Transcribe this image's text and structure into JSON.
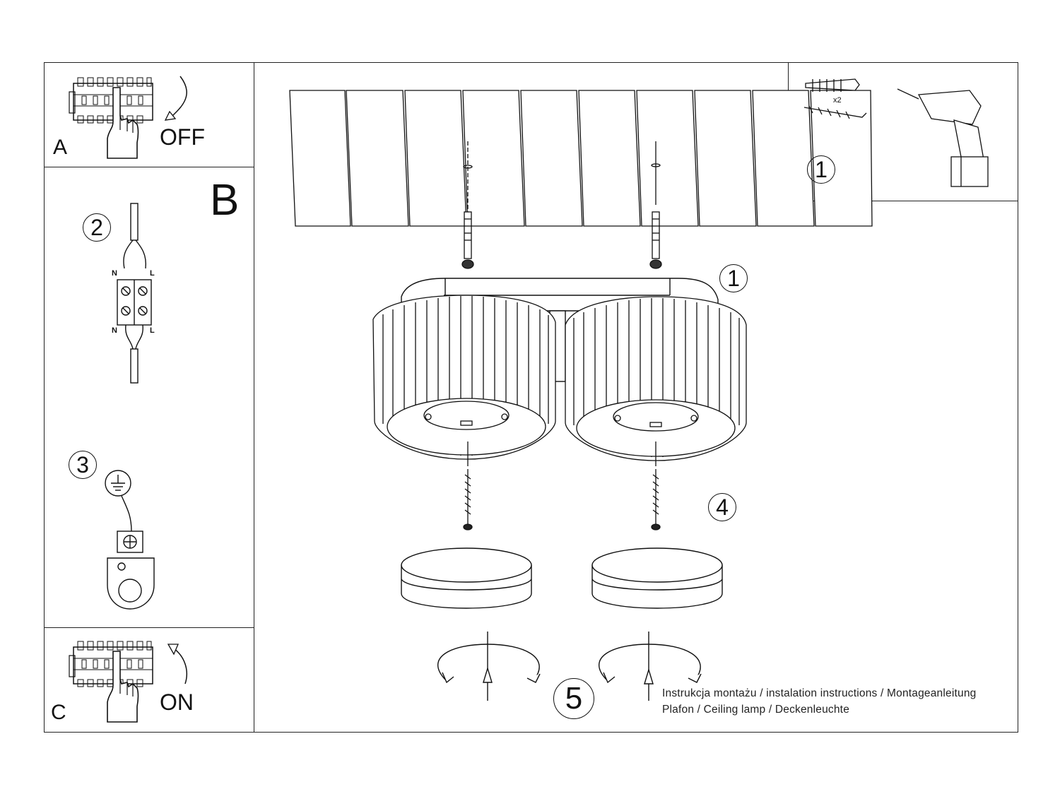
{
  "section_labels": {
    "a": "A",
    "b": "B",
    "c": "C"
  },
  "switch_labels": {
    "off": "OFF",
    "on": "ON"
  },
  "wire_labels": {
    "n_top": "N",
    "l_top": "L",
    "n_bottom": "N",
    "l_bottom": "L"
  },
  "steps": {
    "tools": "1",
    "wiring": "2",
    "ground": "3",
    "mount": "1",
    "screws": "4",
    "shades": "5"
  },
  "quantity": "x2",
  "caption": {
    "line1": "Instrukcja montażu / instalation instructions / Montageanleitung",
    "line2": "Plafon / Ceiling lamp / Deckenleuchte"
  }
}
